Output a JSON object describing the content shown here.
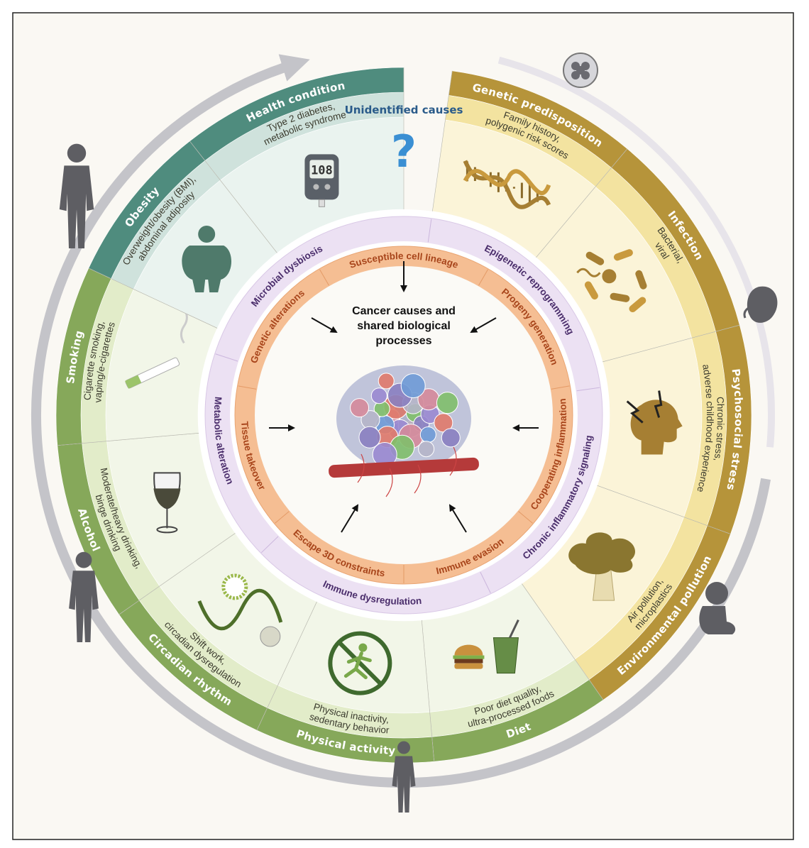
{
  "unidentified": {
    "label": "Unidentified causes",
    "symbol": "?"
  },
  "center": {
    "title_lines": [
      "Cancer causes and",
      "shared biological",
      "processes"
    ]
  },
  "segments": [
    {
      "id": "health-condition",
      "title": "Health condition",
      "subtitle": [
        "Type 2 diabetes,",
        "metabolic syndrome"
      ],
      "icon": "glucose-meter-icon",
      "meter_text": "108"
    },
    {
      "id": "genetic-predisposition",
      "title": "Genetic predisposition",
      "subtitle": [
        "Family history,",
        "polygenic risk scores"
      ],
      "icon": "dna-icon"
    },
    {
      "id": "infection",
      "title": "Infection",
      "subtitle": [
        "Bacterial,",
        "viral"
      ],
      "icon": "microbes-icon"
    },
    {
      "id": "psychosocial-stress",
      "title": "Psychosocial stress",
      "subtitle": [
        "Chronic stress,",
        "adverse childhood experience"
      ],
      "icon": "stressed-head-icon"
    },
    {
      "id": "environmental-pollution",
      "title": "Environmental pollution",
      "subtitle": [
        "Air pollution,",
        "microplastics"
      ],
      "icon": "smokestack-icon"
    },
    {
      "id": "diet",
      "title": "Diet",
      "subtitle": [
        "Poor diet quality,",
        "ultra-processed foods"
      ],
      "icon": "burger-soda-icon"
    },
    {
      "id": "physical-activity",
      "title": "Physical activity",
      "subtitle": [
        "Physical inactivity,",
        "sedentary behavior"
      ],
      "icon": "no-running-icon"
    },
    {
      "id": "circadian-rhythm",
      "title": "Circadian rhythm",
      "subtitle": [
        "Shift work,",
        "circadian dysregulation"
      ],
      "icon": "sun-moon-icon"
    },
    {
      "id": "alcohol",
      "title": "Alcohol",
      "subtitle": [
        "Moderate/heavy drinking,",
        "binge drinking"
      ],
      "icon": "wine-glass-icon"
    },
    {
      "id": "smoking",
      "title": "Smoking",
      "subtitle": [
        "Cigarette smoking,",
        "vaping/e-cigarettes"
      ],
      "icon": "cigarette-icon"
    },
    {
      "id": "obesity",
      "title": "Obesity",
      "subtitle": [
        "Overweight/obesity (BMI),",
        "abdominal adiposity"
      ],
      "icon": "obese-person-icon"
    }
  ],
  "purple_ring": [
    "Microbial dysbiosis",
    "Epigenetic reprogramming",
    "Chronic inflammatory signaling",
    "Immune dysregulation",
    "Metabolic alteration"
  ],
  "orange_ring": [
    "Susceptible cell lineage",
    "Progeny generation",
    "Cooperating inflammation",
    "Immune evasion",
    "Escape 3D constraints",
    "Tissue takeover",
    "Genetic alterations"
  ],
  "life_stages": [
    "embryo-icon",
    "fetus-icon",
    "infant-icon",
    "toddler-icon",
    "child-icon",
    "adult-icon"
  ],
  "colors": {
    "teal_dark": "#4f8c7e",
    "teal_light": "#cfe2dc",
    "gold_dark": "#b6943a",
    "gold_light": "#f3e3a0",
    "green_dark": "#86a85a",
    "green_light": "#e2ecc9",
    "purple": "#e8dcf0",
    "orange": "#f4b98c"
  }
}
